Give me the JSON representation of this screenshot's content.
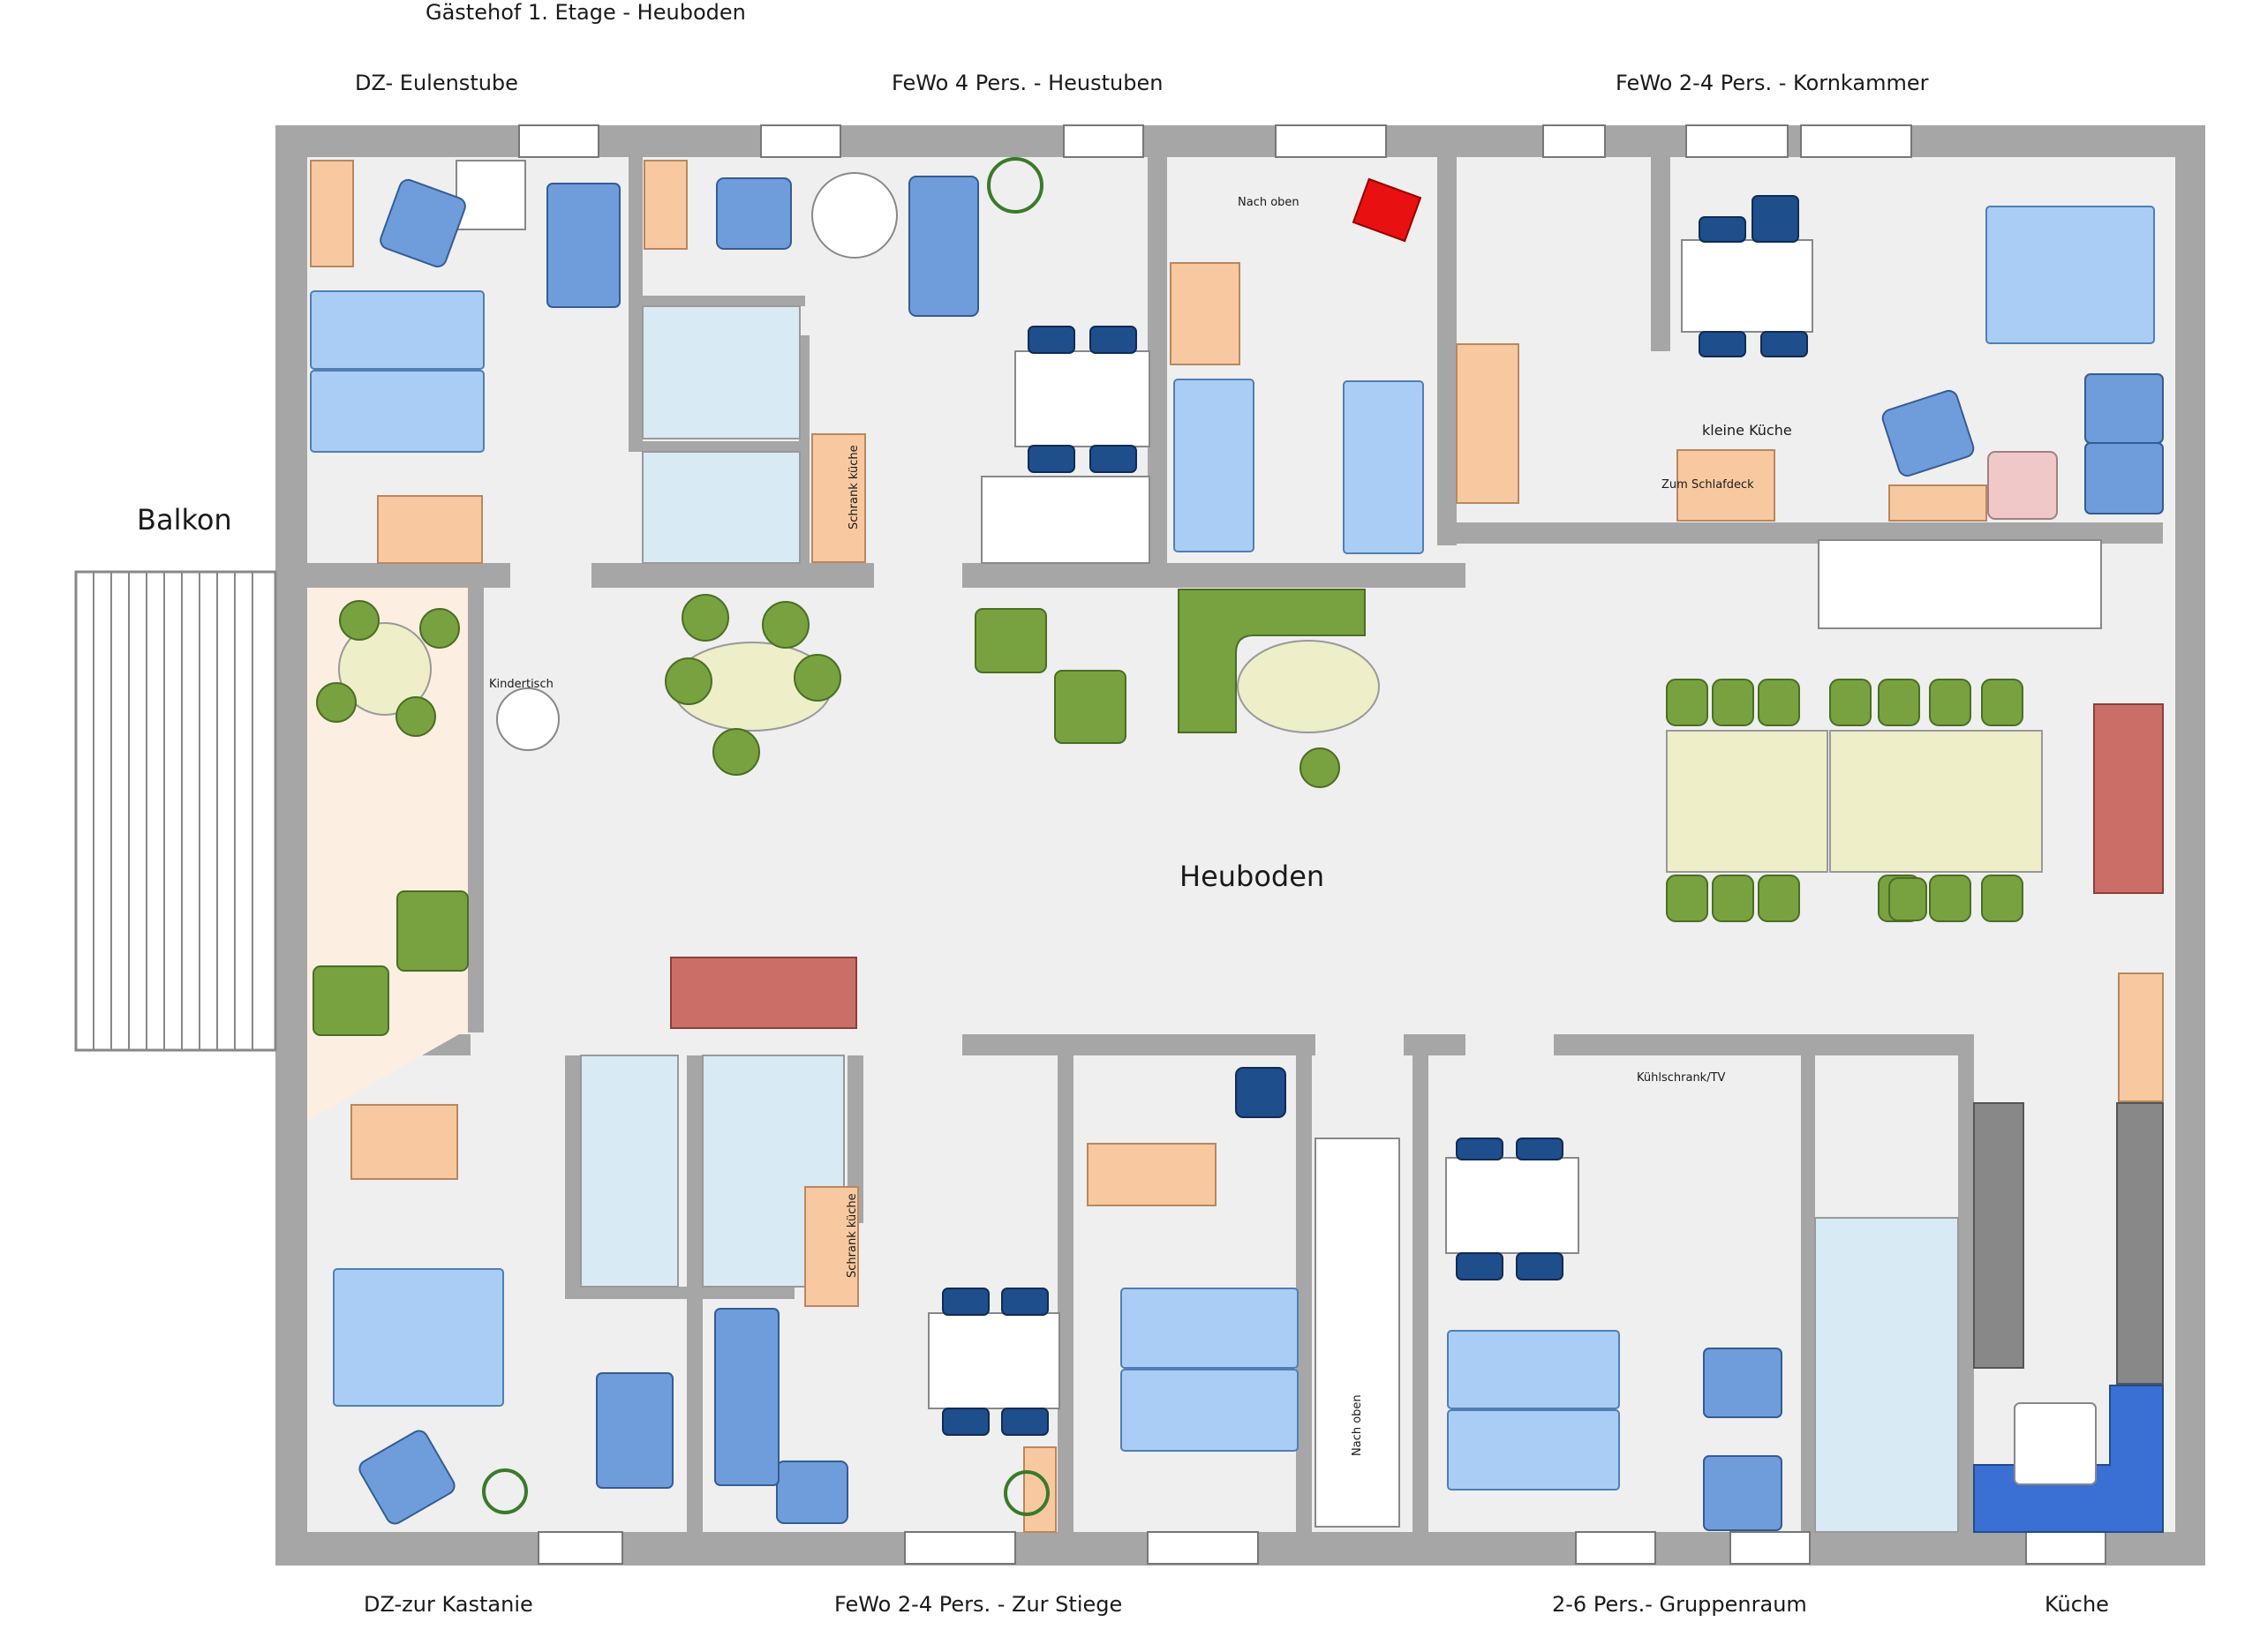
{
  "title": "Gästehof 1. Etage - Heuboden",
  "rooms_top": {
    "dz_eulenstube": "DZ- Eulenstube",
    "fewo_heustuben": "FeWo 4 Pers. - Heustuben",
    "fewo_kornkammer": "FeWo 2-4 Pers. - Kornkammer"
  },
  "rooms_bottom": {
    "dz_kastanie": "DZ-zur Kastanie",
    "fewo_stiege": "FeWo 2-4 Pers. - Zur Stiege",
    "gruppenraum": "2-6 Pers.- Gruppenraum",
    "kueche": "Küche"
  },
  "balkon": "Balkon",
  "heuboden": "Heuboden",
  "annotations": {
    "kindertisch": "Kindertisch",
    "nach_oben_top": "Nach oben",
    "nach_oben_bottom": "Nach oben",
    "kleine_kueche": "kleine  Küche",
    "zum_schlafdeck": "Zum Schlafdeck",
    "schrank_kueche_top": "Schrank küche",
    "schrank_kueche_bottom": "Schrank küche",
    "kuehlschrank_tv": "Kühlschrank/TV"
  },
  "colors": {
    "wall": "#a6a6a6",
    "floor": "#efefef",
    "balcony_floor": "#fdeee2",
    "bath": "#d8eaf3",
    "bed": "#a9cdf5",
    "sofa_blue": "#6f9ddc",
    "chair_navy": "#1f4e8c",
    "chair_green": "#77a23f",
    "cabinet": "#f8c9a0",
    "table_cream": "#eeefc9",
    "red_sofa": "#cc6e68",
    "red_chair": "#e81010"
  }
}
